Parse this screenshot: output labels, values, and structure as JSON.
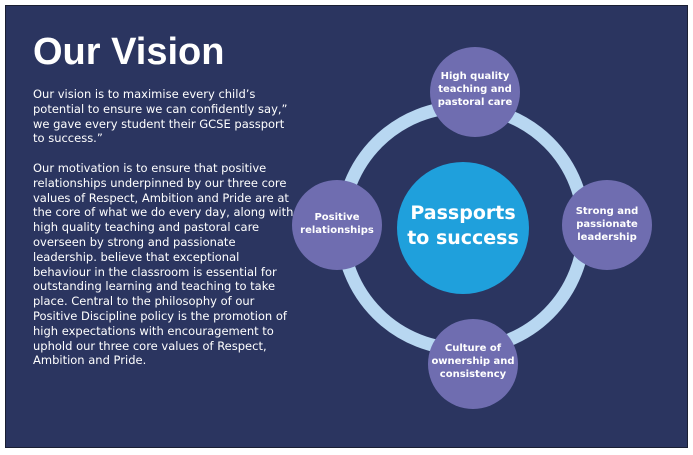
{
  "heading": "Our Vision",
  "paragraphs": [
    "Our vision is to maximise every child’s potential to ensure we can confidently say,” we gave every student their GCSE passport to success.”",
    "Our motivation is to ensure that positive relationships underpinned by our three core values of Respect, Ambition and Pride are at the core of what we do every day, along with high quality teaching and pastoral care overseen by strong and passionate leadership. believe that exceptional behaviour in the classroom is essential for outstanding learning and teaching to take place. Central to the philosophy of our Positive Discipline policy is the promotion of high expectations with encouragement to uphold our three core values of Respect, Ambition and Pride."
  ],
  "diagram": {
    "center": [
      "Passports",
      "to success"
    ],
    "nodes": {
      "top": [
        "High quality",
        "teaching and",
        "pastoral care"
      ],
      "right": [
        "Strong and",
        "passionate",
        "leadership"
      ],
      "bottom": [
        "Culture of",
        "ownership and",
        "consistency"
      ],
      "left": [
        "Positive",
        "relationships"
      ]
    }
  },
  "colors": {
    "background": "#2b3560",
    "ring": "#b8d7f1",
    "center": "#1fa0dc",
    "node": "#6f6db0",
    "text": "#ffffff"
  }
}
